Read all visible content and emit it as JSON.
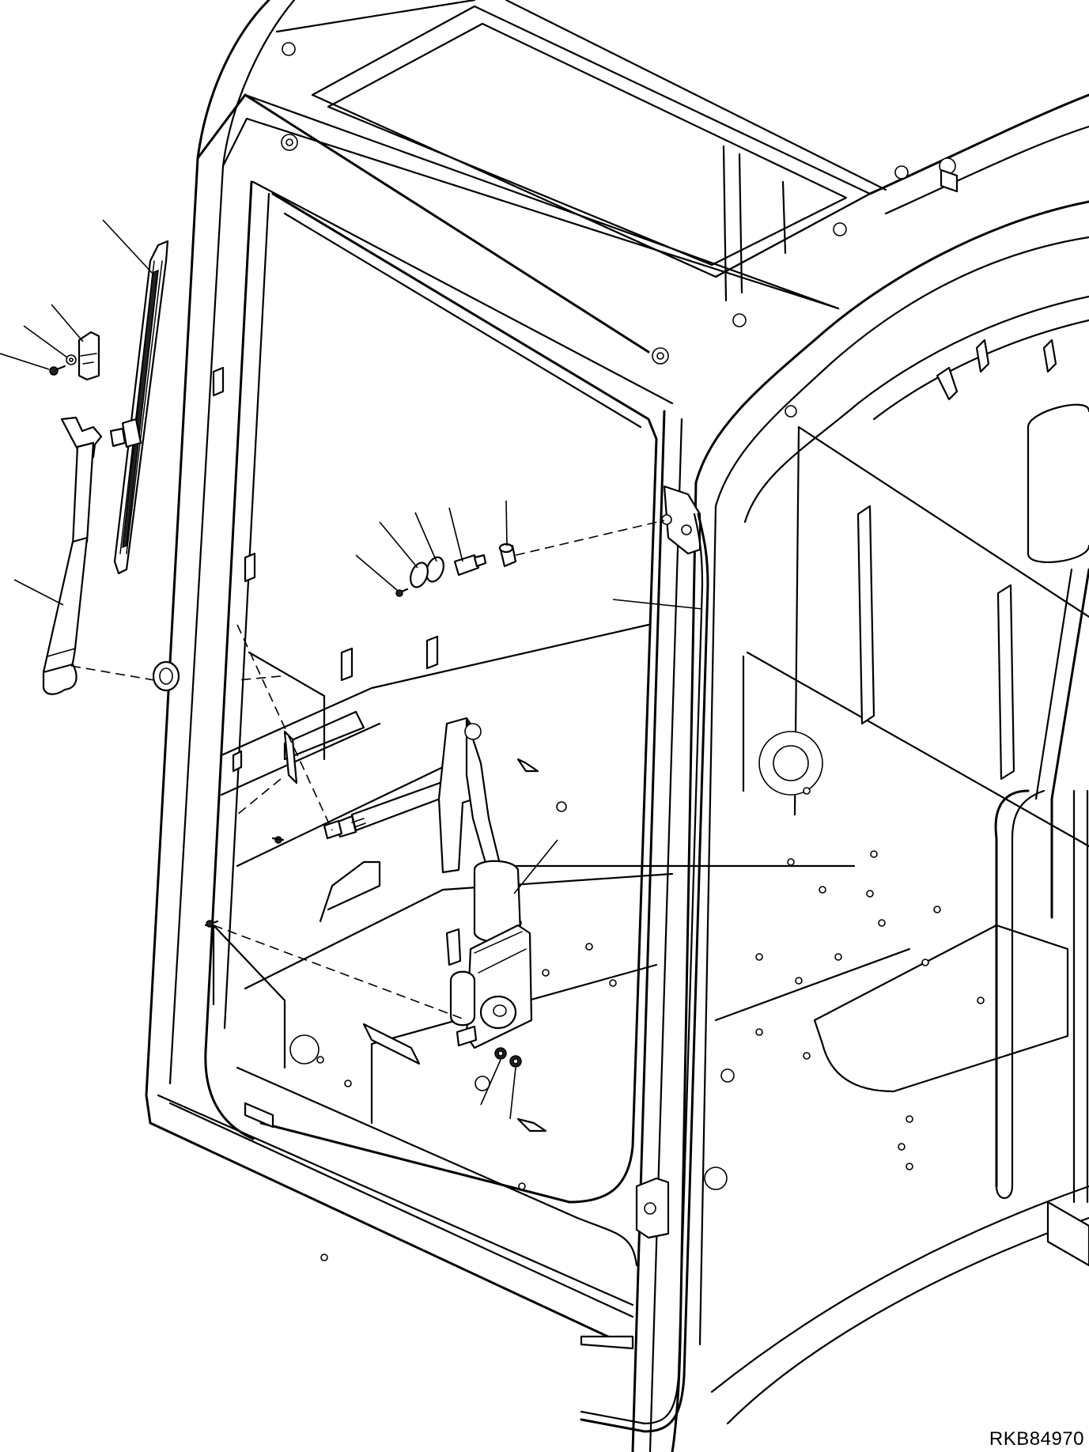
{
  "drawing": {
    "code": "RKB84970",
    "background": "#ffffff",
    "line_color": "#000000"
  },
  "parts": [
    {
      "name": "wiper-blade",
      "icon": "wiper-blade-icon"
    },
    {
      "name": "blade-clip",
      "icon": "clip-icon"
    },
    {
      "name": "blade-washer",
      "icon": "washer-icon"
    },
    {
      "name": "blade-screw",
      "icon": "screw-icon"
    },
    {
      "name": "wiper-arm",
      "icon": "wiper-arm-icon"
    },
    {
      "name": "pivot-cap",
      "icon": "cap-icon"
    },
    {
      "name": "pivot-shaft",
      "icon": "shaft-icon"
    },
    {
      "name": "pivot-plates",
      "icon": "plate-icon"
    },
    {
      "name": "pivot-screw",
      "icon": "screw-icon"
    },
    {
      "name": "wiper-cable",
      "icon": "cable-icon"
    },
    {
      "name": "wiper-motor",
      "icon": "motor-icon"
    },
    {
      "name": "motor-nuts",
      "icon": "nut-icon"
    }
  ]
}
